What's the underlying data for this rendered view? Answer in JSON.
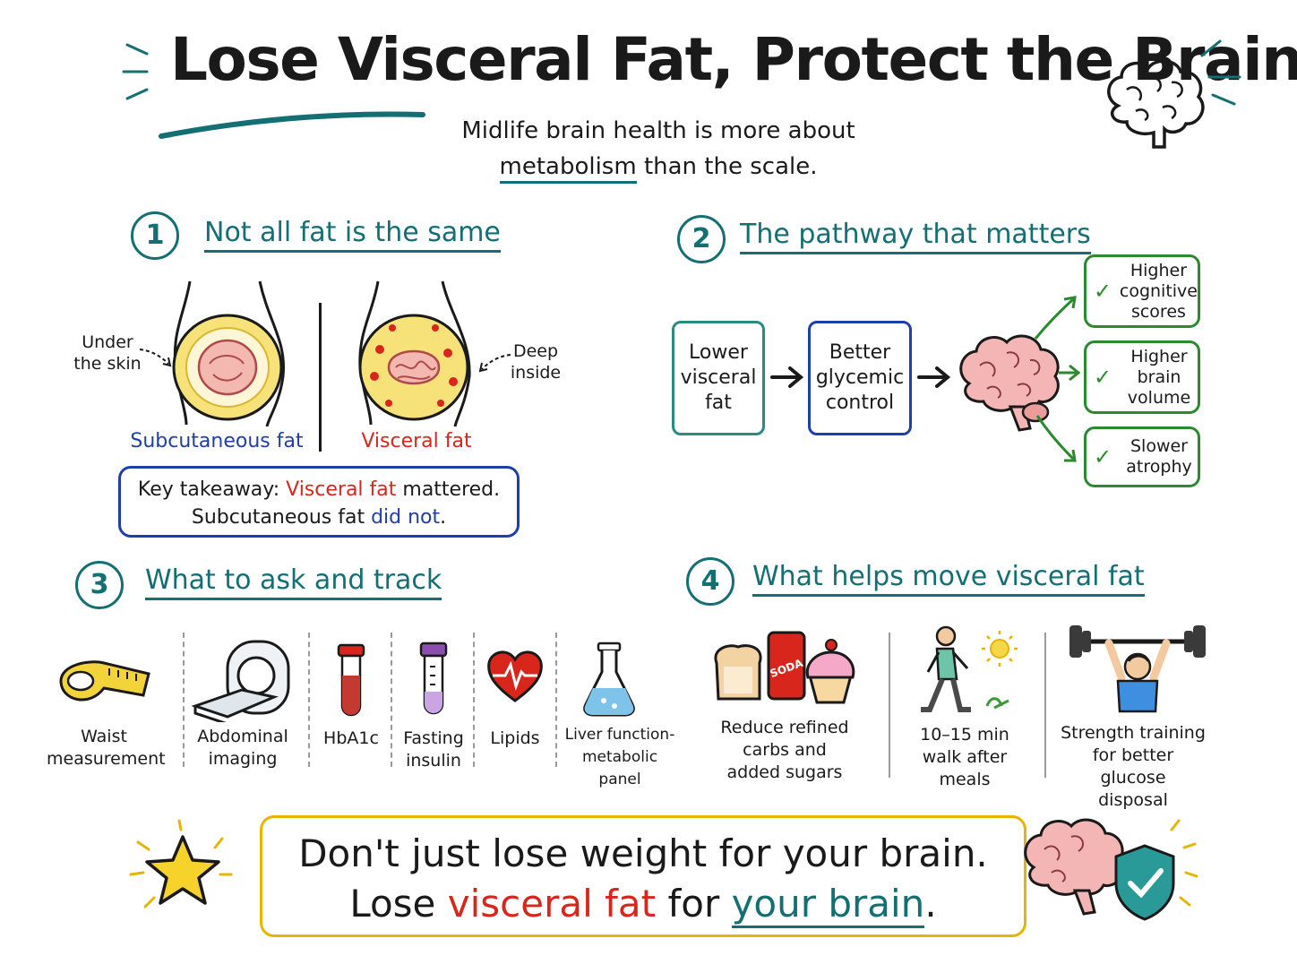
{
  "title": "Lose Visceral Fat, Protect the Brain",
  "subtitle": {
    "line1": "Midlife brain health is more about",
    "line2_a": "metabolism",
    "line2_b": " than the scale."
  },
  "section1": {
    "number": "1",
    "title": "Not all fat is the same",
    "under_skin": "Under\nthe skin",
    "deep_inside": "Deep\ninside",
    "subcutaneous_label": "Subcutaneous fat",
    "visceral_label": "Visceral fat",
    "takeaway": {
      "prefix": "Key takeaway: ",
      "visceral": "Visceral fat",
      "mid": " mattered.",
      "line2_a": "Subcutaneous fat ",
      "line2_b": "did not",
      "line2_c": "."
    }
  },
  "section2": {
    "number": "2",
    "title": "The pathway that matters",
    "box1": "Lower\nvisceral\nfat",
    "box2": "Better\nglycemic\ncontrol",
    "outcomes": [
      "Higher\ncognitive\nscores",
      "Higher\nbrain\nvolume",
      "Slower\natrophy"
    ],
    "check": "✓"
  },
  "section3": {
    "number": "3",
    "title": "What to ask and track",
    "items": [
      {
        "label": "Waist\nmeasurement",
        "icon": "tape-measure-icon"
      },
      {
        "label": "Abdominal\nimaging",
        "icon": "mri-scanner-icon"
      },
      {
        "label": "HbA1c",
        "icon": "blood-tube-icon"
      },
      {
        "label": "Fasting\ninsulin",
        "icon": "purple-tube-icon"
      },
      {
        "label": "Lipids",
        "icon": "heart-icon"
      },
      {
        "label": "Liver function-\nmetabolic panel",
        "icon": "flask-icon"
      }
    ]
  },
  "section4": {
    "number": "4",
    "title": "What helps move visceral fat",
    "items": [
      {
        "label": "Reduce refined\ncarbs and\nadded sugars",
        "icon": "junk-food-icon"
      },
      {
        "label": "10–15 min\nwalk after\nmeals",
        "icon": "walking-person-icon"
      },
      {
        "label": "Strength training\nfor better glucose\ndisposal",
        "icon": "weightlifter-icon"
      }
    ],
    "soda_text": "SODA"
  },
  "bottom": {
    "line1": "Don't just lose weight for your brain.",
    "line2_a": "Lose ",
    "line2_b": "visceral fat",
    "line2_c": " for ",
    "line2_d": "your brain",
    "line2_e": "."
  },
  "colors": {
    "teal": "#136f73",
    "red": "#d8261c",
    "navy": "#1f3fa8",
    "green": "#2a8a2e",
    "yellow": "#e8b400"
  }
}
